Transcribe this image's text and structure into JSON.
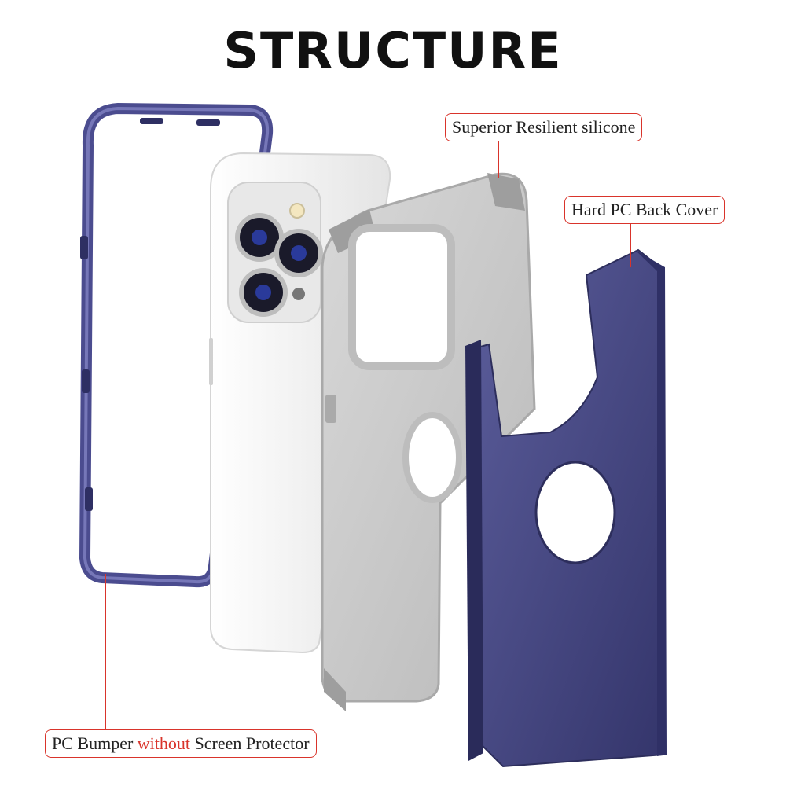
{
  "title": "STRUCTURE",
  "callouts": {
    "silicone": "Superior Resilient silicone",
    "pc_cover": "Hard PC Back Cover",
    "bumper_pre": "PC Bumper ",
    "bumper_accent": "without",
    "bumper_post": " Screen Protector"
  },
  "colors": {
    "accent_red": "#d9342b",
    "navy": "#3d3f7a",
    "silicone_gray": "#c7c7c7",
    "phone_white": "#f0f0f0"
  }
}
